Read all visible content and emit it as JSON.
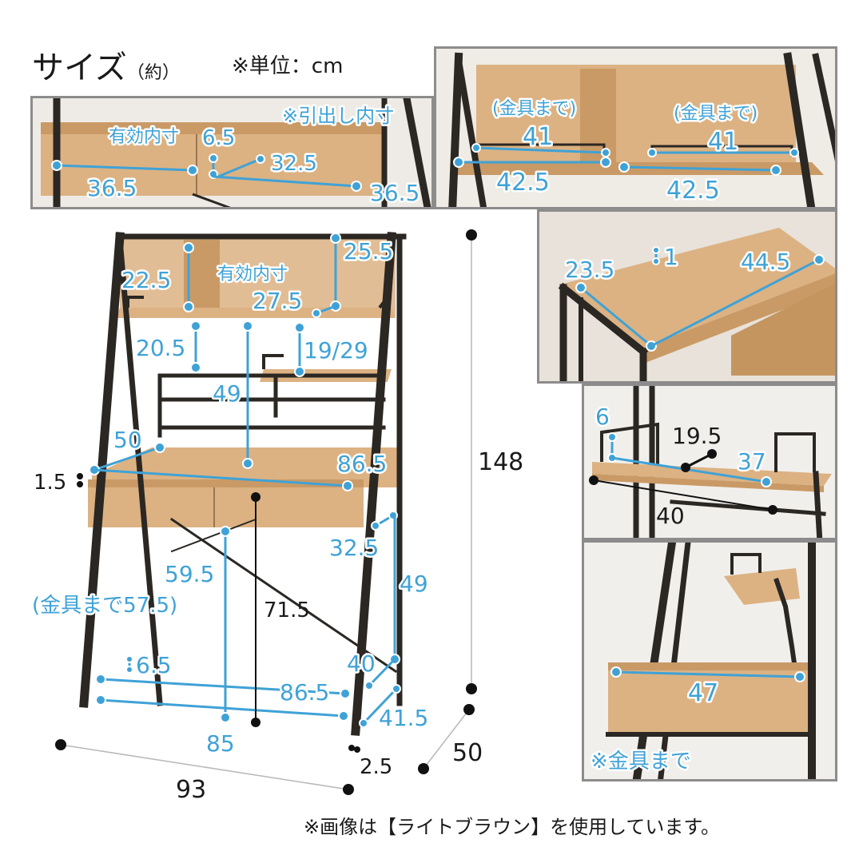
{
  "title": {
    "main": "サイズ",
    "sub": "（約）"
  },
  "unit_note": "※単位：cm",
  "footnote": "※画像は【ライトブラウン】を使用しています。",
  "drawer_panel": {
    "note": "※引出し内寸",
    "label": "有効内寸",
    "depth": "6.5",
    "inner_depth": "32.5",
    "width_left": "36.5",
    "width_right": "36.5"
  },
  "top_shelf_panel": {
    "left_note": "(金具まで)",
    "left_inner": "41",
    "left_outer": "42.5",
    "right_note": "(金具まで)",
    "right_inner": "41",
    "right_outer": "42.5"
  },
  "top_board_panel": {
    "depth": "23.5",
    "thickness": "1",
    "width": "44.5"
  },
  "side_shelf_panel": {
    "height": "6",
    "depth": "19.5",
    "inner_width": "37",
    "width": "40"
  },
  "lower_shelf_panel": {
    "width": "47",
    "note": "※金具まで"
  },
  "main": {
    "upper_label": "有効内寸",
    "d_22_5": "22.5",
    "d_25_5": "25.5",
    "d_27_5": "27.5",
    "d_20_5": "20.5",
    "d_19_29": "19/29",
    "d_49_upper": "49",
    "d_50": "50",
    "d_86_5_top": "86.5",
    "d_1_5": "1.5",
    "d_32_5": "32.5",
    "d_59_5": "59.5",
    "d_57_5_note": "(金具まで57.5)",
    "d_71_5": "71.5",
    "d_49_lower": "49",
    "d_6_5": "6.5",
    "d_40": "40",
    "d_86_5_bottom": "86.5",
    "d_41_5": "41.5",
    "d_85": "85",
    "d_2_5": "2.5",
    "total_height": "148",
    "total_width": "93",
    "total_depth": "50"
  },
  "colors": {
    "measure_blue": "#3fa2d6",
    "frame_black": "#2b2723",
    "wood": "#dcb283",
    "panel_border": "#8c8c8c"
  }
}
